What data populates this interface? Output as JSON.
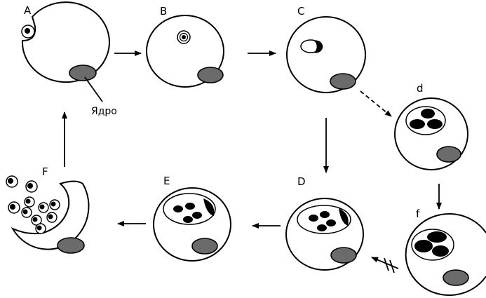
{
  "labels": {
    "A": "A",
    "B": "B",
    "C": "C",
    "d": "d",
    "D": "D",
    "E": "E",
    "f": "f",
    "F": "F"
  },
  "nucleus_caption": "Ядро",
  "colors": {
    "nucleus": "#6b6b6b",
    "outline": "#000000",
    "background": "#ffffff"
  }
}
